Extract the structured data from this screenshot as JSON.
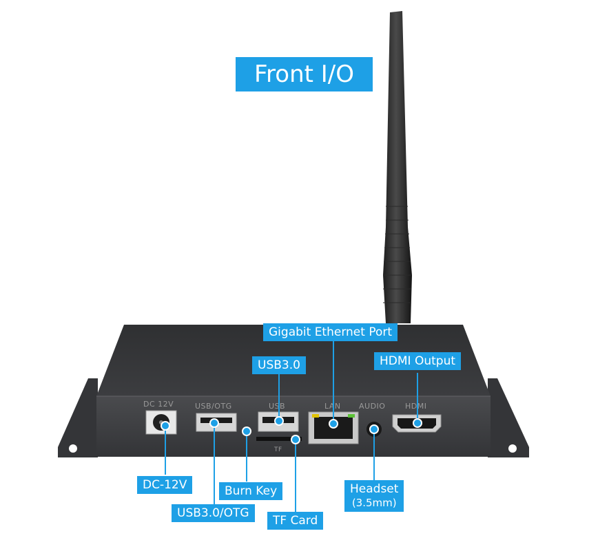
{
  "title": "Front I/O",
  "callouts": {
    "gigabit": "Gigabit Ethernet Port",
    "usb30": "USB3.0",
    "hdmi_output": "HDMI Output",
    "dc12v": "DC-12V",
    "burn_key": "Burn Key",
    "usb30_otg": "USB3.0/OTG",
    "tf_card": "TF Card",
    "headset": "Headset",
    "headset_sub": "(3.5mm)"
  },
  "port_labels": {
    "dc": "DC 12V",
    "usb_otg": "USB/OTG",
    "usb": "USB",
    "lan": "LAN",
    "audio": "AUDIO",
    "hdmi": "HDMI",
    "tf": "TF"
  },
  "colors": {
    "accent": "#1ea0e6",
    "device": "#3a3b3d"
  }
}
